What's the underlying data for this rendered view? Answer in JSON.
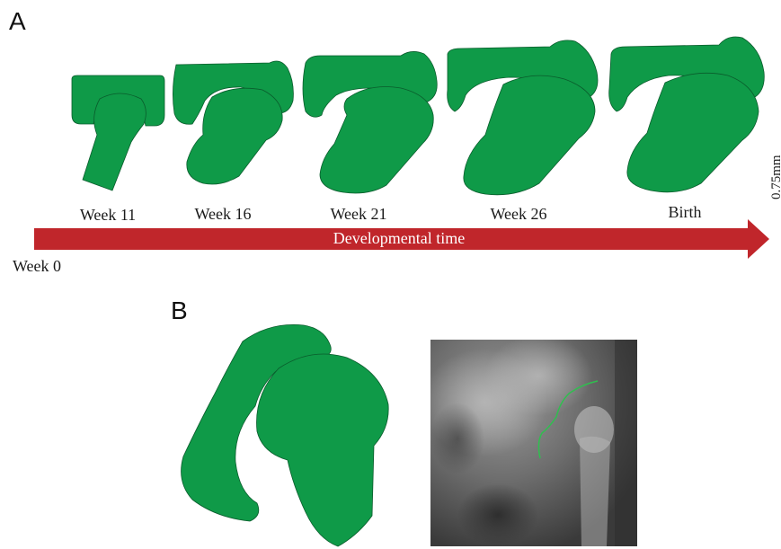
{
  "panels": {
    "a_label": "A",
    "b_label": "B"
  },
  "stages": [
    {
      "label": "Week 11"
    },
    {
      "label": "Week 16"
    },
    {
      "label": "Week 21"
    },
    {
      "label": "Week 26"
    },
    {
      "label": "Birth"
    }
  ],
  "timeline": {
    "arrow_label": "Developmental time",
    "start_label": "Week 0"
  },
  "scale_bar": {
    "label": "0.75mm"
  },
  "colors": {
    "bone_green": "#0f9a48",
    "bone_outline": "#0a5c2c",
    "arrow_red": "#c0262b",
    "xray_contour": "#2fbf4f"
  }
}
